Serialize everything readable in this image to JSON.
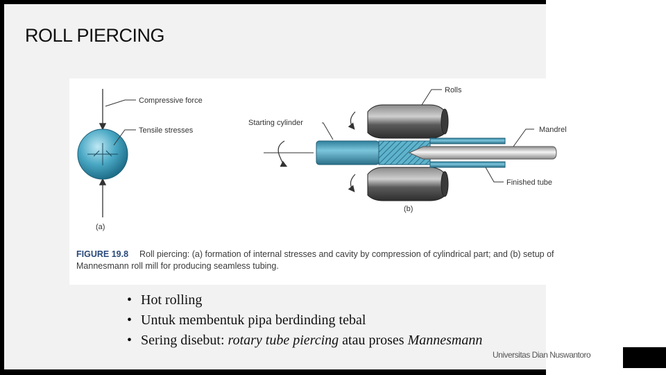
{
  "slide": {
    "title": "ROLL PIERCING",
    "footer": "Universitas Dian Nuswantoro",
    "bullets": [
      {
        "bullet": "•",
        "text": "Hot rolling"
      },
      {
        "bullet": "•",
        "text": "Untuk membentuk pipa berdinding tebal"
      },
      {
        "bullet": "•",
        "prefix": "Sering disebut: ",
        "em1": "rotary tube piercing",
        "mid": " atau proses ",
        "em2": "Mannesmann"
      }
    ]
  },
  "figure": {
    "labels": {
      "compressive_force": "Compressive force",
      "tensile_stresses": "Tensile stresses",
      "part_a": "(a)",
      "starting_cylinder": "Starting cylinder",
      "rolls": "Rolls",
      "mandrel": "Mandrel",
      "finished_tube": "Finished tube",
      "part_b": "(b)"
    },
    "caption_number": "FIGURE 19.8",
    "caption_text": "Roll piercing: (a) formation of internal stresses and cavity by compression of cylindrical part; and (b) setup of Mannesmann roll mill for producing seamless tubing.",
    "colors": {
      "workpiece": "#4aa8c4",
      "roll": "#4a4a4a",
      "mandrel": "#bcbcbc"
    }
  }
}
